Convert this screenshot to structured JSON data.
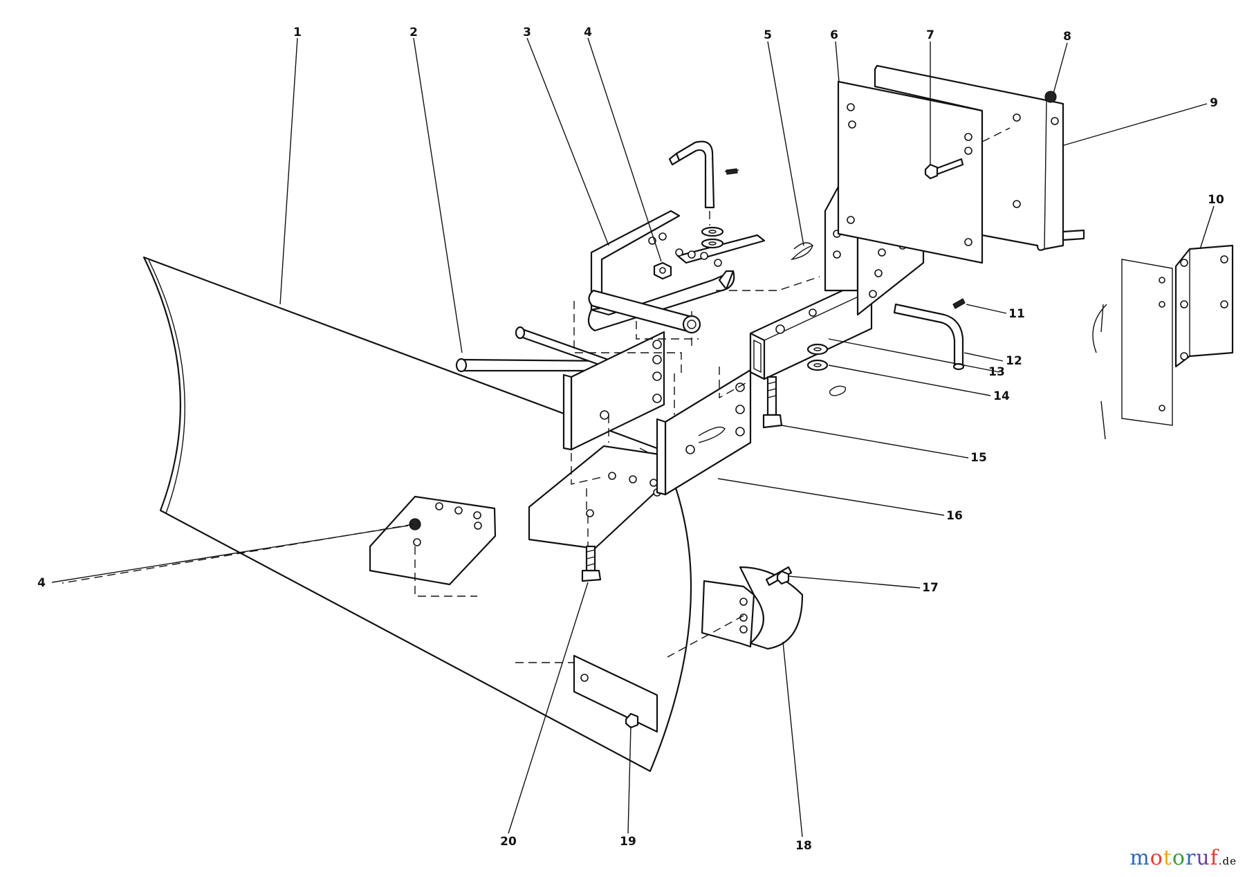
{
  "callouts": [
    {
      "id": "1",
      "label": "1"
    },
    {
      "id": "2",
      "label": "2"
    },
    {
      "id": "3",
      "label": "3"
    },
    {
      "id": "4a",
      "label": "4"
    },
    {
      "id": "5",
      "label": "5"
    },
    {
      "id": "6",
      "label": "6"
    },
    {
      "id": "7",
      "label": "7"
    },
    {
      "id": "8",
      "label": "8"
    },
    {
      "id": "9",
      "label": "9"
    },
    {
      "id": "10",
      "label": "10"
    },
    {
      "id": "11",
      "label": "11"
    },
    {
      "id": "12",
      "label": "12"
    },
    {
      "id": "13",
      "label": "13"
    },
    {
      "id": "14",
      "label": "14"
    },
    {
      "id": "15",
      "label": "15"
    },
    {
      "id": "16",
      "label": "16"
    },
    {
      "id": "4b",
      "label": "4"
    },
    {
      "id": "17",
      "label": "17"
    },
    {
      "id": "18",
      "label": "18"
    },
    {
      "id": "19",
      "label": "19"
    },
    {
      "id": "20",
      "label": "20"
    }
  ],
  "watermark": {
    "text": "motoruf",
    "suffix": ".de",
    "letter_colors": [
      "#2a6bb5",
      "#e53a2f",
      "#f2a51a",
      "#3a9a3a",
      "#2a6bb5",
      "#6a3fa0",
      "#e53a2f"
    ]
  }
}
